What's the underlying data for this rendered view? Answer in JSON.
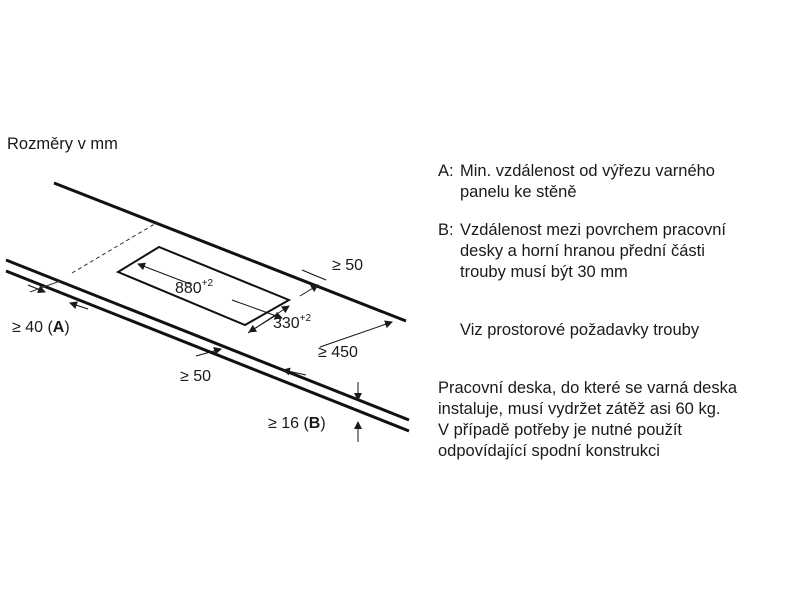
{
  "title": "Rozměry v mm",
  "labels": {
    "cutout_width": "880",
    "cutout_width_tol": "+2",
    "cutout_depth": "330",
    "cutout_depth_tol": "+2",
    "back_gap": "≥ 50",
    "depth_min": "≥ 450",
    "front_gap": "≥ 50",
    "side_gap_value": "≥ 40 (",
    "side_gap_letter": "A",
    "side_gap_close": ")",
    "thickness_value": "≥ 16 (",
    "thickness_letter": "B",
    "thickness_close": ")"
  },
  "notes": {
    "a_key": "A:",
    "a_line1": "Min. vzdálenost od výřezu varného",
    "a_line2": "panelu ke stěně",
    "b_key": "B:",
    "b_line1": "Vzdálenost mezi povrchem pracovní",
    "b_line2": "desky a horní hranou přední části",
    "b_line3": "trouby musí být 30 mm",
    "oven": "Viz prostorové požadavky trouby",
    "worktop_line1": "Pracovní deska, do které se varná deska",
    "worktop_line2": "instaluje, musí vydržet zátěž asi 60 kg.",
    "worktop_line3": "V případě potřeby je nutné použít",
    "worktop_line4": "odpovídající spodní konstrukci"
  }
}
